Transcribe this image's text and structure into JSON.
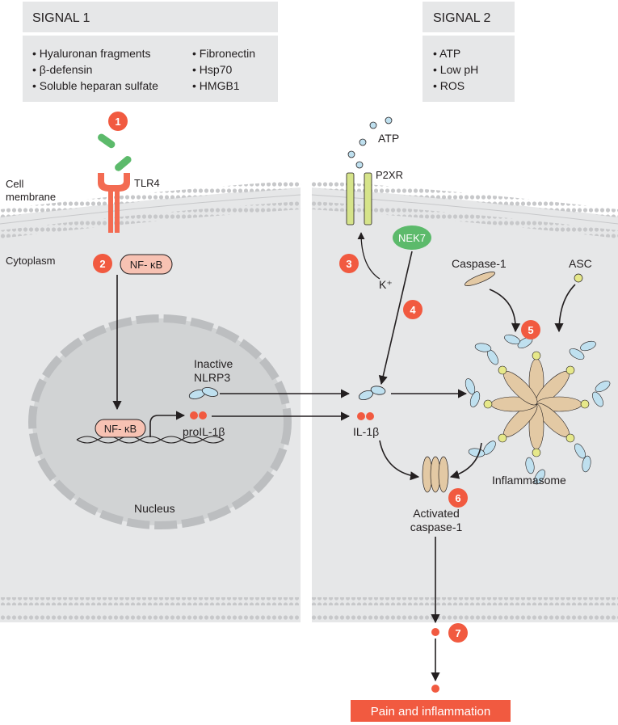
{
  "signal1": {
    "title": "SIGNAL 1",
    "items_left": [
      "• Hyaluronan fragments",
      "• β-defensin",
      "• Soluble heparan sulfate"
    ],
    "items_right": [
      "• Fibronectin",
      "• Hsp70",
      "• HMGB1"
    ]
  },
  "signal2": {
    "title": "SIGNAL 2",
    "items": [
      "• ATP",
      "• Low pH",
      "• ROS"
    ]
  },
  "labels": {
    "cell_membrane_1": "Cell",
    "cell_membrane_2": "membrane",
    "cytoplasm": "Cytoplasm",
    "tlr4": "TLR4",
    "nfkb_cyto": "NF- κB",
    "nfkb_nucleus": "NF- κB",
    "inactive_nlrp3_1": "Inactive",
    "inactive_nlrp3_2": "NLRP3",
    "proil1b": "proIL-1β",
    "nucleus": "Nucleus",
    "atp": "ATP",
    "p2xr": "P2XR",
    "nek7": "NEK7",
    "k_plus": "K⁺",
    "caspase1": "Caspase-1",
    "asc": "ASC",
    "il1b": "IL-1β",
    "inflammasome": "Inflammasome",
    "activated_1": "Activated",
    "activated_2": "caspase-1",
    "output": "Pain and inflammation"
  },
  "steps": [
    "1",
    "2",
    "3",
    "4",
    "5",
    "6",
    "7"
  ],
  "colors": {
    "panel_bg": "#e6e7e8",
    "step_badge": "#f15a40",
    "output_box": "#f15a40",
    "tlr4": "#f36b52",
    "nek7": "#5cba6b",
    "ligand": "#5cba6b",
    "p2xr": "#d6e48a",
    "nlrp3": "#bfe0ef",
    "caspase": "#e3c9a4"
  }
}
